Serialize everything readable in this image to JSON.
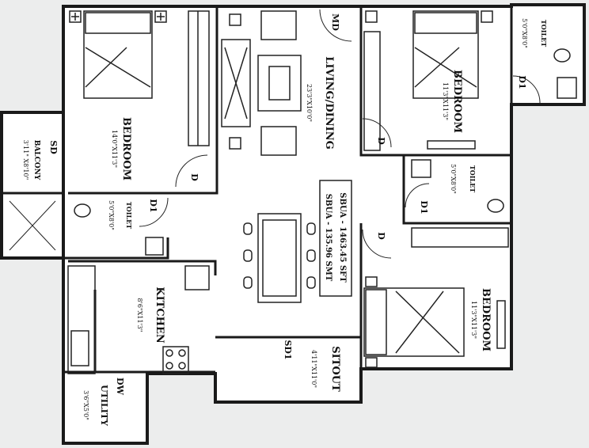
{
  "rooms": {
    "bedroom_left": {
      "name": "BEDROOM",
      "size": "14'0\"X11'3\""
    },
    "bedroom_right": {
      "name": "BEDROOM",
      "size": "11'3\"X11'3\""
    },
    "bedroom_bottom": {
      "name": "BEDROOM",
      "size": "11'3\"X11'3\""
    },
    "living": {
      "name": "LIVING/DINING",
      "size": "23'3\"X10'0\""
    },
    "kitchen": {
      "name": "KITCHEN",
      "size": "8'6\"X11'3\""
    },
    "sitout": {
      "name": "SITOUT",
      "size": "4'11\"X11'0\""
    },
    "utility": {
      "name": "UTILITY",
      "size": "3'6\"X5'0\""
    },
    "balcony": {
      "name": "BALCONY",
      "size": "3'11\" X8'10\""
    },
    "toilet_left": {
      "name": "TOILET",
      "size": "5'0\"X8'0\""
    },
    "toilet_topright": {
      "name": "TOILET",
      "size": "5'0\"X8'0\""
    },
    "toilet_midright": {
      "name": "TOILET",
      "size": "5'0\"X8'0\""
    }
  },
  "doors": {
    "md": "MD",
    "d": "D",
    "d1": "D1",
    "sd": "SD",
    "sd1": "SD1",
    "dw": "DW"
  },
  "area": {
    "sbua_sqm": "SBUA - 135.96 SMT",
    "sbua_sqft": "SBUA - 1463.45 SFT"
  },
  "colors": {
    "wall": "#1a1a1a",
    "line": "#222222",
    "paper": "#ffffff",
    "bg": "#eceded"
  }
}
